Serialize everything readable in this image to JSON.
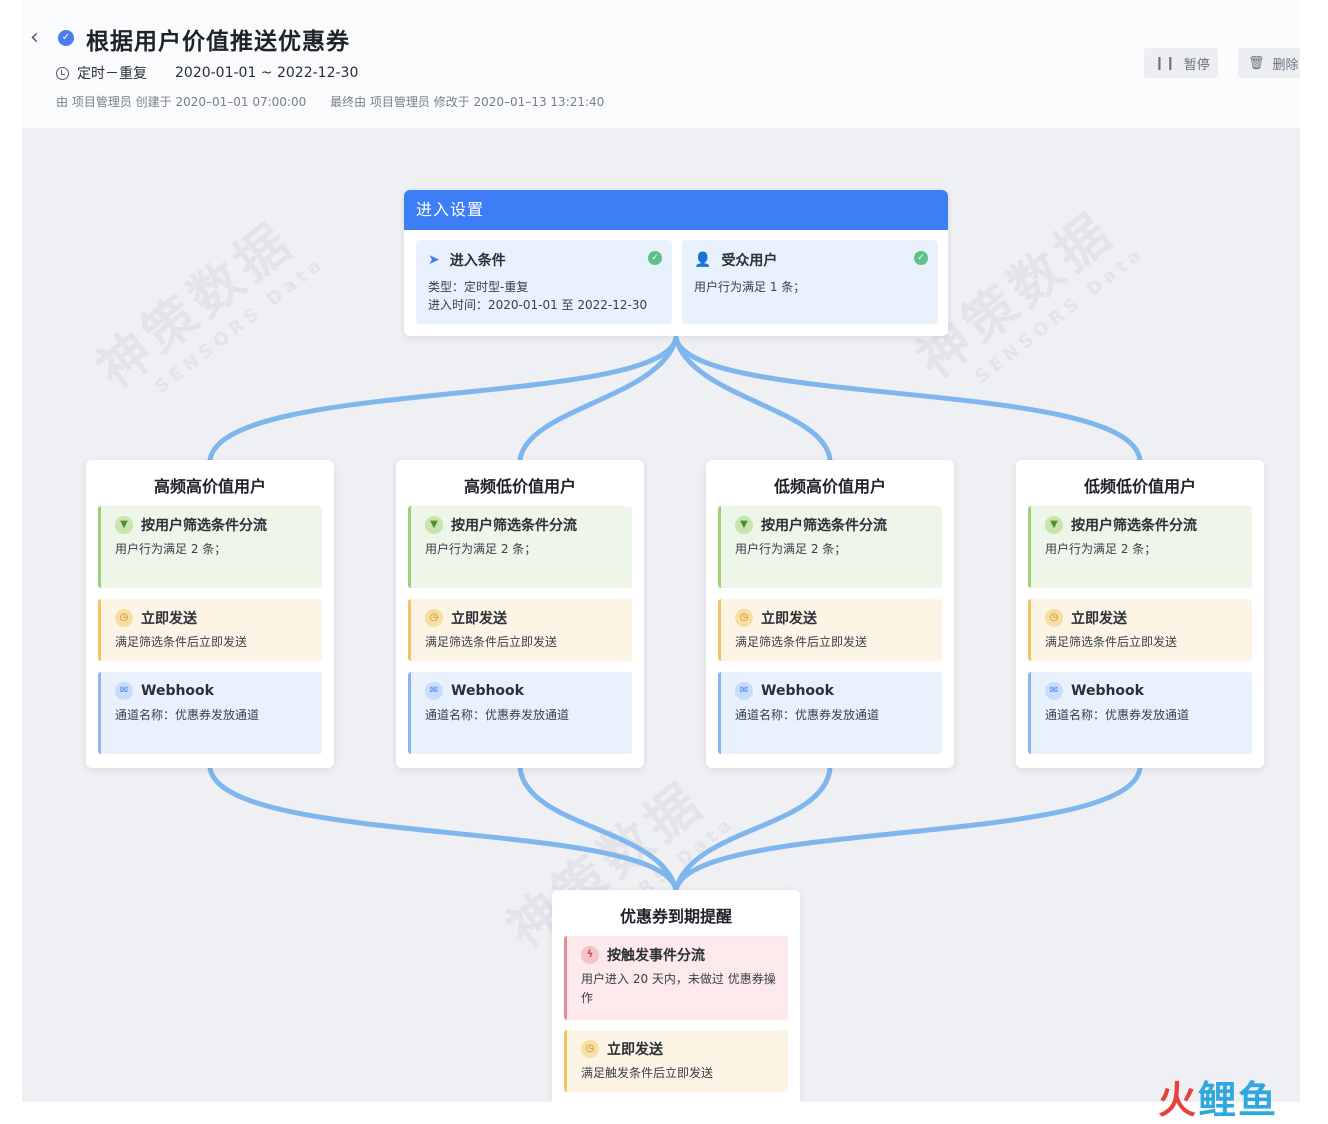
{
  "header": {
    "back_icon": "‹",
    "title": "根据用户价值推送优惠券",
    "schedule_type": "定时－重复",
    "date_range": "2020-01-01 ~ 2022-12-30",
    "created": "由 项目管理员 创建于 2020–01–01 07:00:00",
    "modified": "最终由 项目管理员 修改于 2020–01–13 13:21:40",
    "pause_label": "暂停",
    "delete_label": "删除"
  },
  "watermark": {
    "text": "神策数据",
    "sub": "SENSORS Data"
  },
  "entry": {
    "title": "进入设置",
    "condition": {
      "title": "进入条件",
      "line1": "类型：定时型-重复",
      "line2": "进入时间：2020-01-01 至 2022-12-30"
    },
    "audience": {
      "title": "受众用户",
      "line1": "用户行为满足 1 条；"
    }
  },
  "branches": [
    {
      "title": "高频高价值用户",
      "filter_title": "按用户筛选条件分流",
      "filter_desc": "用户行为满足 2 条；",
      "send_title": "立即发送",
      "send_desc": "满足筛选条件后立即发送",
      "hook_title": "Webhook",
      "hook_desc": "通道名称：优惠券发放通道"
    },
    {
      "title": "高频低价值用户",
      "filter_title": "按用户筛选条件分流",
      "filter_desc": "用户行为满足 2 条；",
      "send_title": "立即发送",
      "send_desc": "满足筛选条件后立即发送",
      "hook_title": "Webhook",
      "hook_desc": "通道名称：优惠券发放通道"
    },
    {
      "title": "低频高价值用户",
      "filter_title": "按用户筛选条件分流",
      "filter_desc": "用户行为满足 2 条；",
      "send_title": "立即发送",
      "send_desc": "满足筛选条件后立即发送",
      "hook_title": "Webhook",
      "hook_desc": "通道名称：优惠券发放通道"
    },
    {
      "title": "低频低价值用户",
      "filter_title": "按用户筛选条件分流",
      "filter_desc": "用户行为满足 2 条；",
      "send_title": "立即发送",
      "send_desc": "满足筛选条件后立即发送",
      "hook_title": "Webhook",
      "hook_desc": "通道名称：优惠券发放通道"
    }
  ],
  "final": {
    "title": "优惠券到期提醒",
    "trigger_title": "按触发事件分流",
    "trigger_desc": "用户进入 20 天内，未做过 优惠券操作",
    "send_title": "立即发送",
    "send_desc": "满足触发条件后立即发送"
  },
  "logo": {
    "part1": "火",
    "part2": "鲤鱼"
  },
  "colors": {
    "primary": "#3d7df5",
    "connector": "#7fb6ee",
    "filter": "#9fcf78",
    "send": "#f3c466",
    "webhook": "#8ab4f2",
    "trigger": "#e58e96",
    "success": "#5fc18a"
  },
  "icons": {
    "status": "check-badge-icon",
    "schedule": "clock-icon",
    "pause": "pause-icon",
    "delete": "trash-icon",
    "condition": "paper-plane-icon",
    "audience": "user-icon",
    "filter": "funnel-icon",
    "send": "clock-icon",
    "webhook": "mail-icon",
    "trigger": "lightning-icon"
  }
}
